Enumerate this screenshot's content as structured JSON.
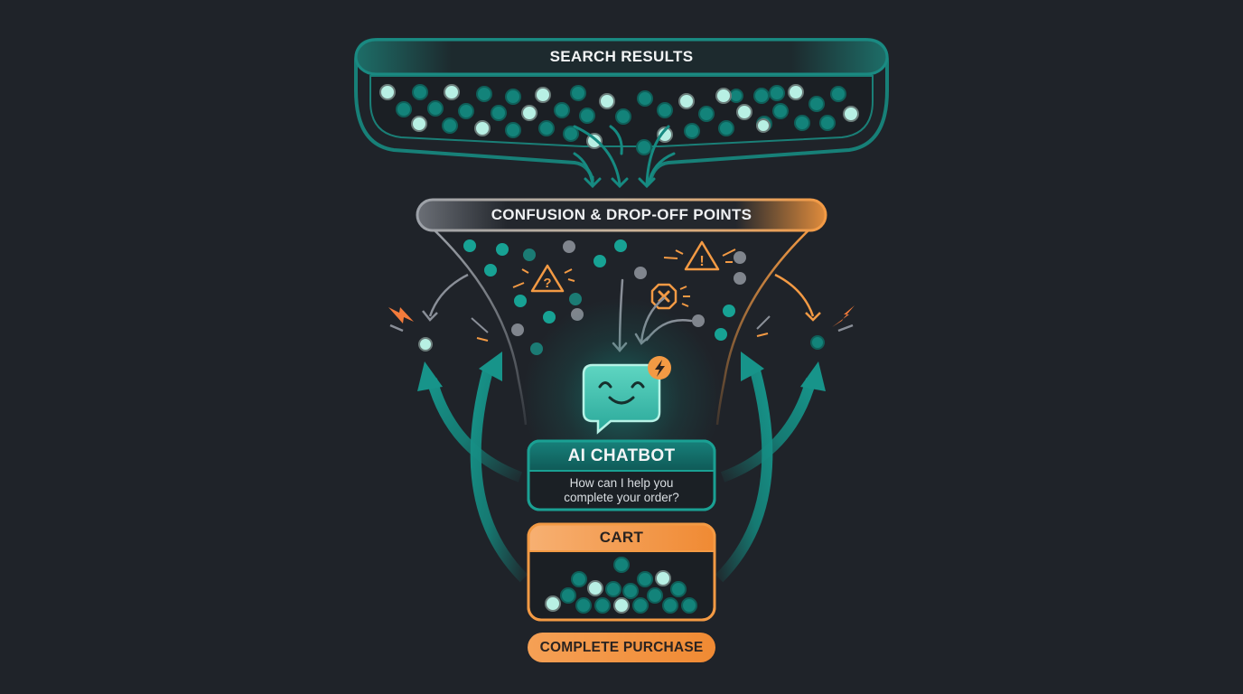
{
  "diagram": {
    "title": "E-commerce conversion funnel with AI chatbot recovery",
    "stages": {
      "search_results": {
        "label": "SEARCH RESULTS"
      },
      "confusion": {
        "label": "CONFUSION & DROP-OFF POINTS"
      },
      "chatbot": {
        "label": "AI CHATBOT",
        "message_line1": "How can I help you",
        "message_line2": "complete your order?"
      },
      "cart": {
        "label": "CART"
      },
      "purchase": {
        "label": "COMPLETE PURCHASE"
      }
    },
    "icons": {
      "confusion_markers": [
        "question-warning-icon",
        "exclamation-warning-icon",
        "x-octagon-icon"
      ],
      "chatbot": "smiling-chat-bubble-icon",
      "chatbot_badge": "lightning-bolt-icon",
      "drop_off_spark": "lightning-spark-icon"
    },
    "flows": [
      {
        "from": "search_results",
        "to": "confusion",
        "type": "funnel-arrows",
        "count": 3
      },
      {
        "from": "confusion",
        "to": "left-drop-off",
        "type": "drop-off"
      },
      {
        "from": "confusion",
        "to": "right-drop-off",
        "type": "drop-off"
      },
      {
        "from": "confusion",
        "to": "chatbot",
        "type": "redirect"
      },
      {
        "from": "cart",
        "to": "left-drop-off",
        "type": "recovery-arrows",
        "count": 2
      },
      {
        "from": "cart",
        "to": "right-drop-off",
        "type": "recovery-arrows",
        "count": 2
      }
    ],
    "colors": {
      "background": "#1f2329",
      "teal": "#1a9a8e",
      "teal_light": "#a6ecdf",
      "orange": "#f39a44",
      "gray_dot": "#8a8f98",
      "panel_dark": "#1b1f24"
    }
  }
}
